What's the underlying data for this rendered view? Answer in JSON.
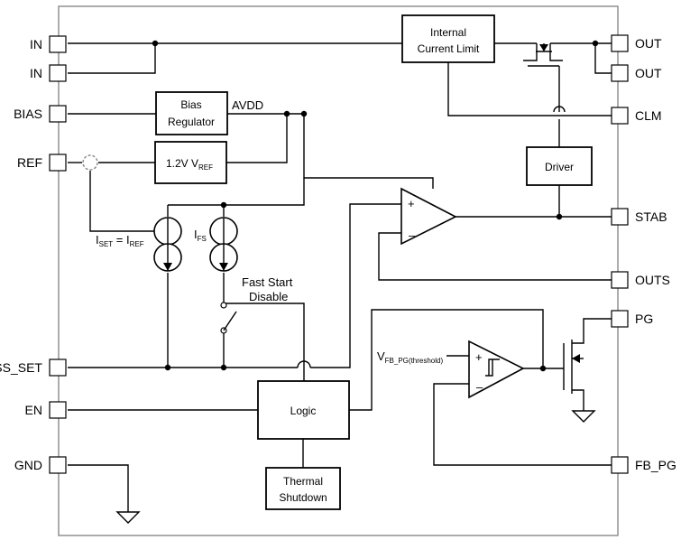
{
  "pins": {
    "in1": "IN",
    "in2": "IN",
    "bias": "BIAS",
    "ref": "REF",
    "ss_set": "SS_SET",
    "en": "EN",
    "gnd": "GND",
    "out1": "OUT",
    "out2": "OUT",
    "clm": "CLM",
    "stab": "STAB",
    "outs": "OUTS",
    "pg": "PG",
    "fb_pg": "FB_PG"
  },
  "blocks": {
    "current_limit": {
      "line1": "Internal",
      "line2": "Current Limit"
    },
    "bias_regulator": {
      "line1": "Bias",
      "line2": "Regulator"
    },
    "vref": {
      "main": "1.2V V",
      "sub": "REF"
    },
    "driver": "Driver",
    "logic": "Logic",
    "thermal": {
      "line1": "Thermal",
      "line2": "Shutdown"
    }
  },
  "labels": {
    "avdd": "AVDD",
    "iset": {
      "i1": "I",
      "s1": "SET",
      "eq": " = I",
      "s2": "REF"
    },
    "ifs": {
      "i": "I",
      "s": "FS"
    },
    "fast_start": {
      "line1": "Fast Start",
      "line2": "Disable"
    },
    "vfb": {
      "v": "V",
      "s": "FB_PG(threshold)"
    },
    "plus": "+",
    "minus": "–"
  }
}
